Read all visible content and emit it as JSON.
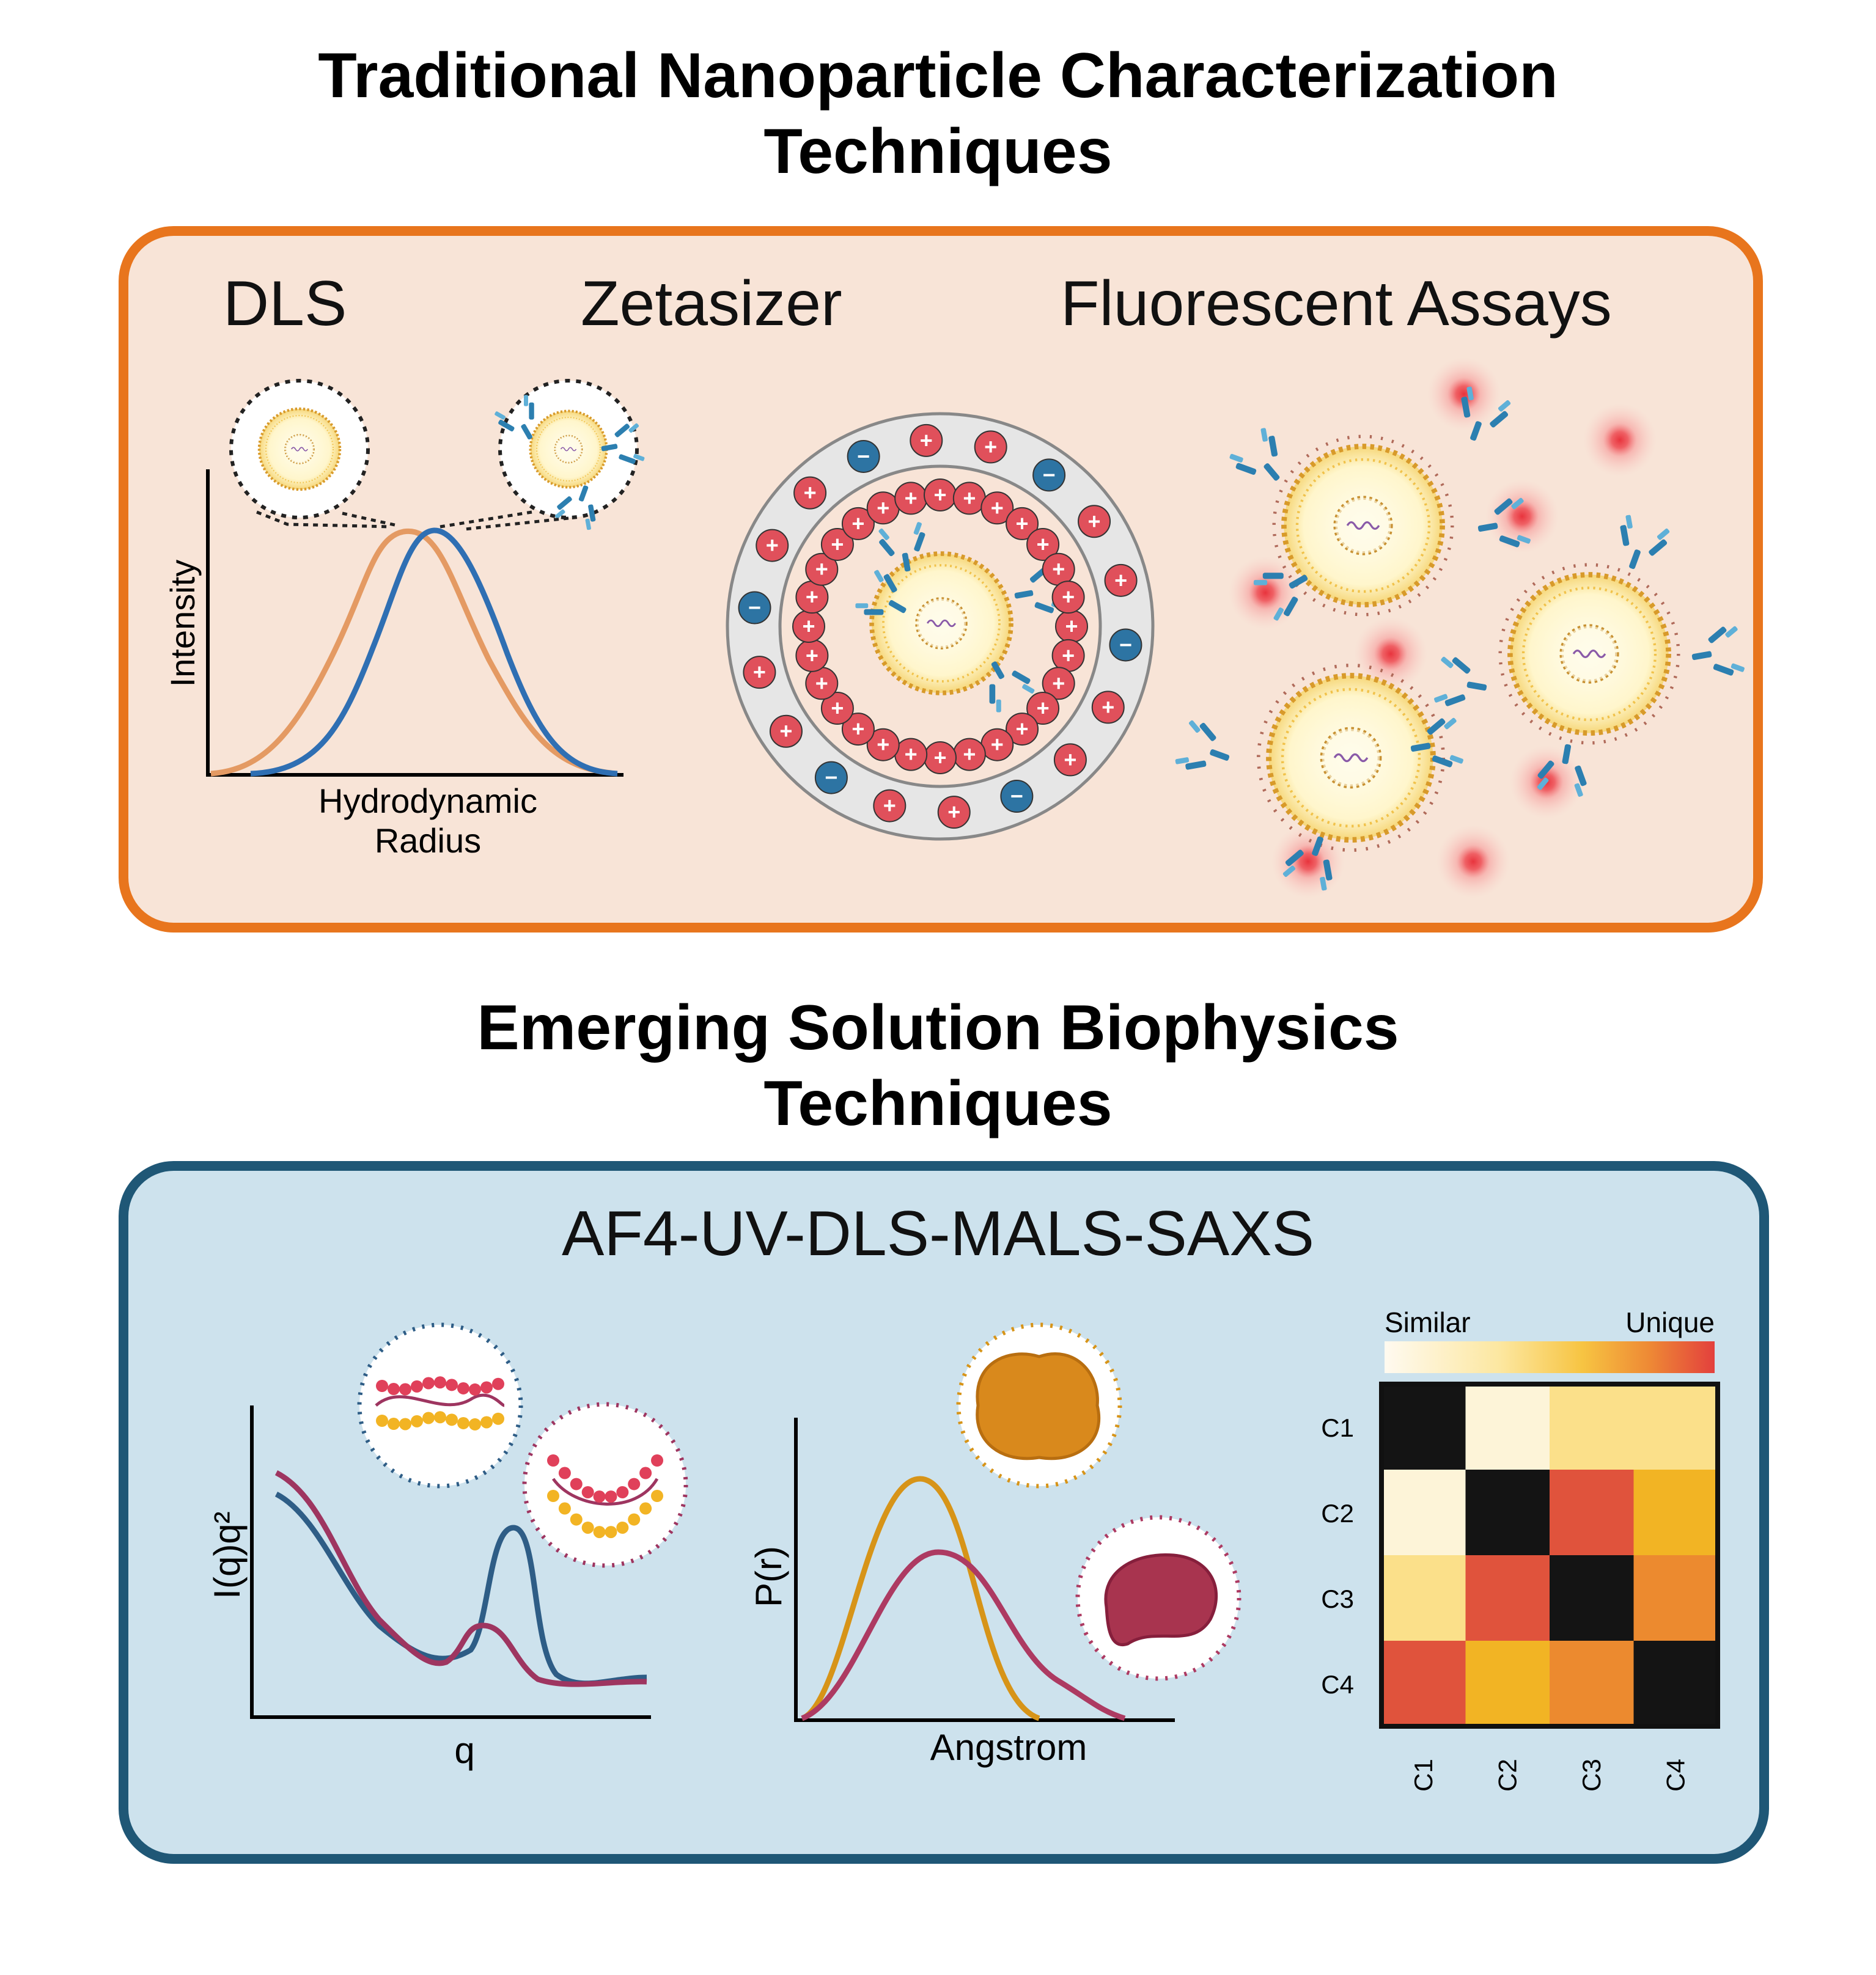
{
  "headings": {
    "traditional_line1": "Traditional Nanoparticle Characterization",
    "traditional_line2": "Techniques",
    "emerging_line1": "Emerging Solution Biophysics",
    "emerging_line2": "Techniques"
  },
  "traditional": {
    "dls_title": "DLS",
    "zetasizer_title": "Zetasizer",
    "fluorescent_title": "Fluorescent Assays",
    "dls_ylabel": "Intensity",
    "dls_xlabel_line1": "Hydrodynamic",
    "dls_xlabel_line2": "Radius",
    "plus_sign": "+",
    "minus_sign": "−"
  },
  "emerging": {
    "title": "AF4-UV-DLS-MALS-SAXS",
    "saxs_ylabel": "I(q)q²",
    "saxs_xlabel": "q",
    "pr_ylabel": "P(r)",
    "pr_xlabel": "Angstrom",
    "colorbar_left": "Similar",
    "colorbar_right": "Unique",
    "heatmap_rows": [
      "C1",
      "C2",
      "C3",
      "C4"
    ],
    "heatmap_cols": [
      "C1",
      "C2",
      "C3",
      "C4"
    ]
  },
  "colors": {
    "orange_border": "#e8751d",
    "blue_border": "#1f5776",
    "dls_orange_curve": "#e49a63",
    "dls_blue_curve": "#2f6fb3",
    "saxs_blue": "#2e5d86",
    "saxs_purple": "#9e3560",
    "pr_gold": "#d79418",
    "pr_purple": "#ad3a62",
    "positive_ion": "#e0505b",
    "negative_ion": "#2d74a3"
  },
  "chart_data": [
    {
      "type": "heatmap",
      "rows": [
        "C1",
        "C2",
        "C3",
        "C4"
      ],
      "columns": [
        "C1",
        "C2",
        "C3",
        "C4"
      ],
      "colorbar": [
        "Similar",
        "Unique"
      ],
      "cell_colors": [
        [
          "#141414",
          "#fdf4d8",
          "#fbe08a",
          "#fbe08a"
        ],
        [
          "#fdf4d8",
          "#141414",
          "#e0533c",
          "#f2b424"
        ],
        [
          "#fbe08a",
          "#e0533c",
          "#141414",
          "#ec8a2f"
        ],
        [
          "#e0533c",
          "#f2b424",
          "#ec8a2f",
          "#141414"
        ]
      ]
    }
  ]
}
